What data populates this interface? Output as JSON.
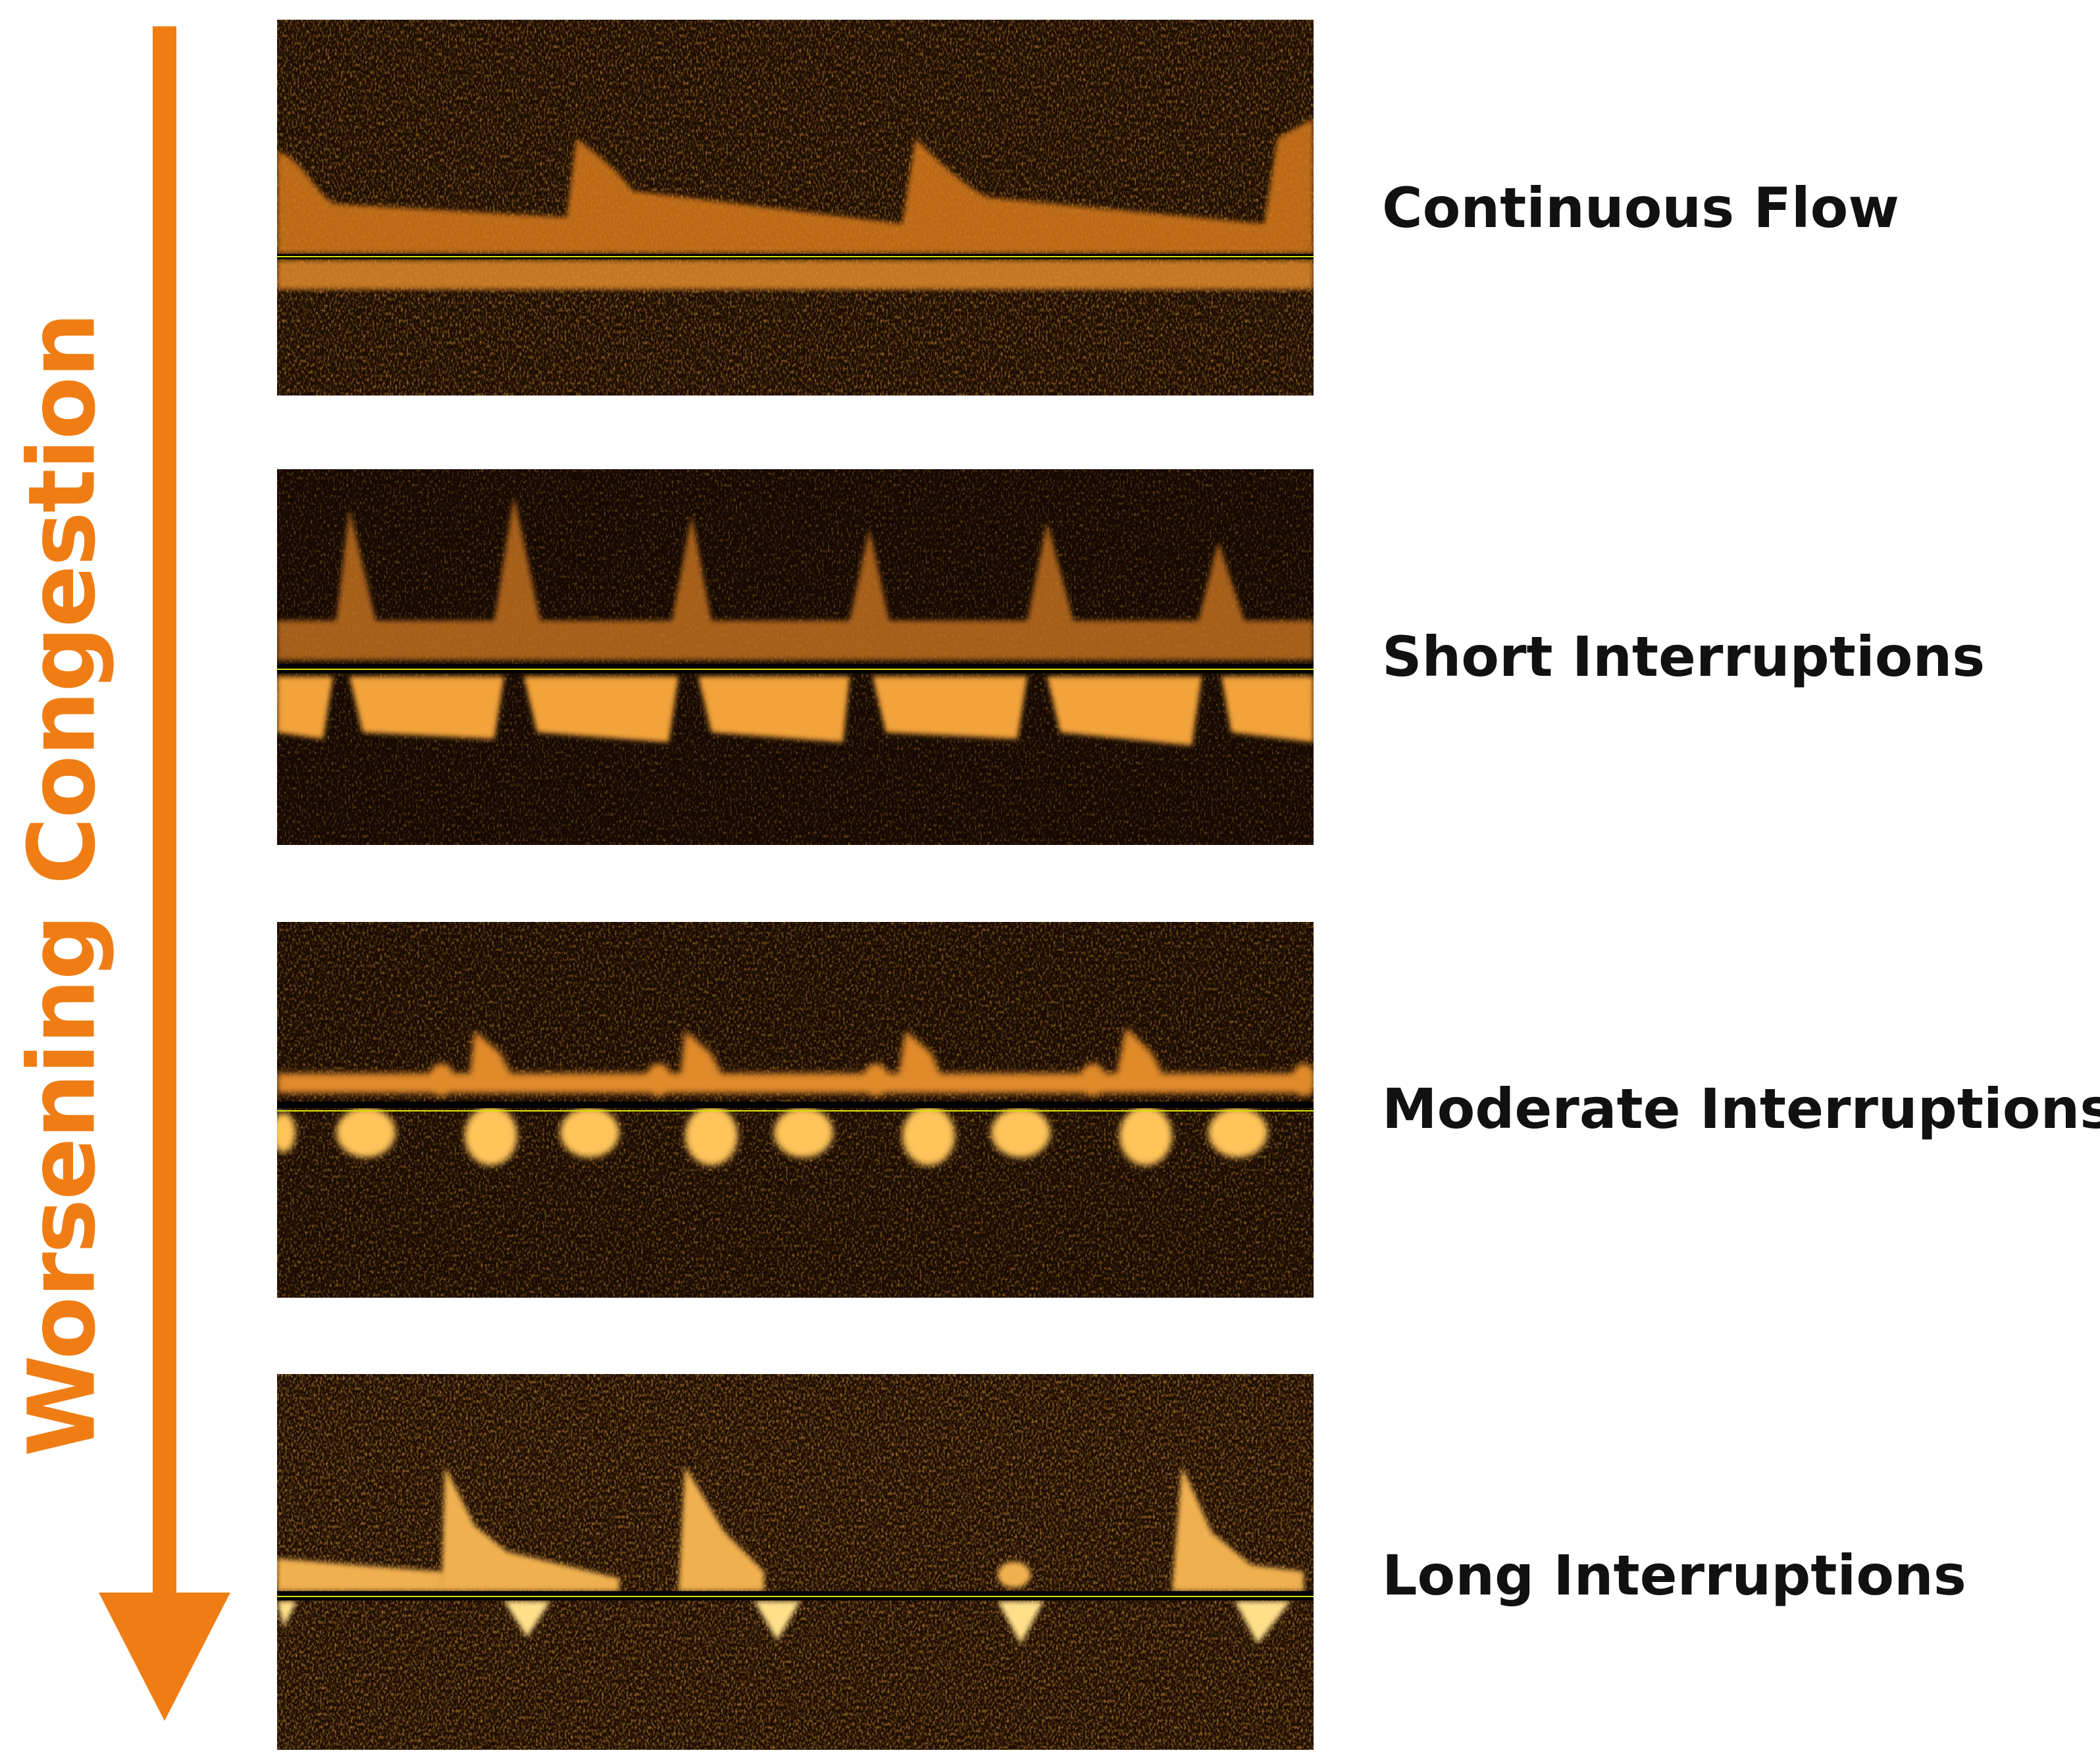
{
  "axis_label": "Worsening Congestion",
  "colors": {
    "accent": "#f07d14",
    "panel_background": "#1e0d02",
    "baseline": "#d9e600",
    "label_text": "#111111"
  },
  "panels": [
    {
      "label": "Continuous Flow",
      "pattern": "continuous"
    },
    {
      "label": "Short Interruptions",
      "pattern": "short"
    },
    {
      "label": "Moderate Interruptions",
      "pattern": "moderate"
    },
    {
      "label": "Long Interruptions",
      "pattern": "long"
    }
  ]
}
